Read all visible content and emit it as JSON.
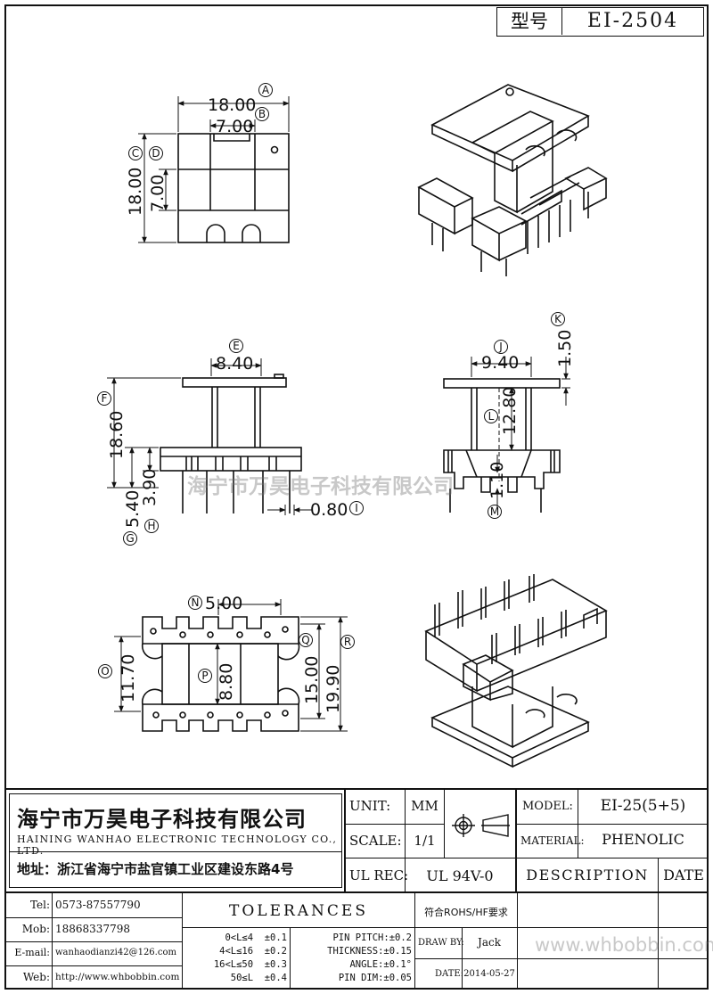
{
  "header": {
    "model_label": "型号",
    "model_value": "EI-2504"
  },
  "views": {
    "top": {
      "dim_a": "18.00",
      "dim_b": "7.00",
      "dim_c": "18.00",
      "dim_d": "7.00",
      "tag_a": "A",
      "tag_b": "B",
      "tag_c": "C",
      "tag_d": "D"
    },
    "front": {
      "dim_e": "8.40",
      "dim_f": "18.60",
      "dim_g": "5.40",
      "dim_h": "3.90",
      "dim_i": "0.80",
      "tag_e": "E",
      "tag_f": "F",
      "tag_g": "G",
      "tag_h": "H",
      "tag_i": "I"
    },
    "side": {
      "dim_j": "9.40",
      "dim_k": "1.50",
      "dim_l": "12.80",
      "dim_m": "1.10",
      "tag_j": "J",
      "tag_k": "K",
      "tag_l": "L",
      "tag_m": "M"
    },
    "bottom": {
      "dim_n": "5.00",
      "dim_o": "11.70",
      "dim_p": "8.80",
      "dim_q": "15.00",
      "dim_r": "19.90",
      "tag_n": "N",
      "tag_o": "O",
      "tag_p": "P",
      "tag_q": "Q",
      "tag_r": "R"
    }
  },
  "watermarks": {
    "center_text": "海宁市万昊电子科技有限公司",
    "bottom_url": "www.whbobbin.com"
  },
  "title_block": {
    "company_cn": "海宁市万昊电子科技有限公司",
    "company_en": "HAINING WANHAO ELECTRONIC TECHNOLOGY CO., LTD.",
    "address": "地址：浙江省海宁市盐官镇工业区建设东路4号",
    "unit_label": "UNIT:",
    "unit_value": "MM",
    "scale_label": "SCALE:",
    "scale_value": "1/1",
    "ulrec_label": "UL REC:",
    "ulrec_value": "UL 94V-0",
    "model_label": "MODEL:",
    "model_value": "EI-25(5+5)",
    "material_label": "MATERIAL:",
    "material_value": "PHENOLIC",
    "description_label": "DESCRIPTION",
    "date_header": "DATE",
    "contacts": [
      {
        "label": "Tel:",
        "value": "0573-87557790"
      },
      {
        "label": "Mob:",
        "value": "18868337798"
      },
      {
        "label": "E-mail:",
        "value": "wanhaodianzi42@126.com"
      },
      {
        "label": "Web:",
        "value": "http://www.whbobbin.com"
      }
    ],
    "tolerances_title": "TOLERANCES",
    "tol_rows": [
      "0<L≤4  ±0.1",
      "4<L≤16  ±0.2",
      "16<L≤50  ±0.3",
      "50≤L  ±0.4"
    ],
    "tol_specs": [
      "PIN PITCH:±0.2",
      "THICKNESS:±0.15",
      "ANGLE:±0.1°",
      "PIN DIM:±0.05"
    ],
    "rohs": "符合ROHS/HF要求",
    "draw_label": "DRAW BY:",
    "draw_value": "Jack",
    "date_label": "DATE:",
    "date_value": "2014-05-27"
  }
}
